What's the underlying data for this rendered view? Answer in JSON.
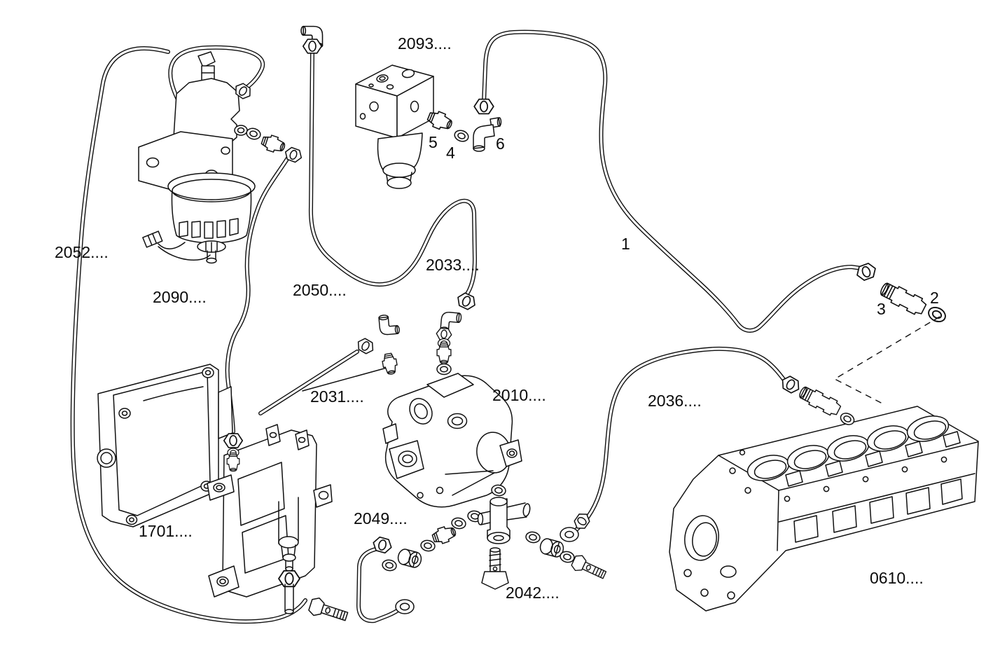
{
  "diagram": {
    "background_color": "#ffffff",
    "line_color": "#101010",
    "part_labels": [
      {
        "id": "2093",
        "text": "2093...."
      },
      {
        "id": "2052",
        "text": "2052...."
      },
      {
        "id": "2090",
        "text": "2090...."
      },
      {
        "id": "2050",
        "text": "2050...."
      },
      {
        "id": "2033",
        "text": "2033...."
      },
      {
        "id": "2031",
        "text": "2031...."
      },
      {
        "id": "2010",
        "text": "2010...."
      },
      {
        "id": "2036",
        "text": "2036...."
      },
      {
        "id": "1701",
        "text": "1701...."
      },
      {
        "id": "2049",
        "text": "2049...."
      },
      {
        "id": "2042",
        "text": "2042...."
      },
      {
        "id": "0610",
        "text": "0610...."
      }
    ],
    "callouts": [
      {
        "text": "1"
      },
      {
        "text": "2"
      },
      {
        "text": "3"
      },
      {
        "text": "4"
      },
      {
        "text": "5"
      },
      {
        "text": "6"
      }
    ]
  }
}
